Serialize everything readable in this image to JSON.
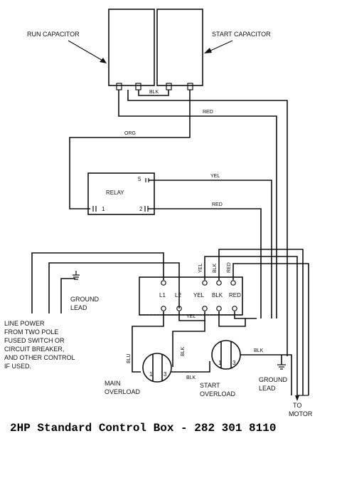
{
  "labels": {
    "run_capacitor": "RUN CAPACITOR",
    "start_capacitor": "START CAPACITOR",
    "relay": "RELAY",
    "line_power": [
      "LINE POWER",
      "FROM TWO POLE",
      "FUSED SWITCH OR",
      "CIRCUIT BREAKER,",
      "AND OTHER CONTROL",
      "IF USED."
    ],
    "ground_lead_left": [
      "GROUND",
      "LEAD"
    ],
    "ground_lead_right": [
      "GROUND",
      "LEAD"
    ],
    "main_overload": [
      "MAIN",
      "OVERLOAD"
    ],
    "start_overload": [
      "START",
      "OVERLOAD"
    ],
    "to_motor": [
      "TO",
      "MOTOR"
    ]
  },
  "wires": {
    "blk_cap": "BLK",
    "red_top": "RED",
    "org": "ORG",
    "yel_relay": "YEL",
    "red_relay": "RED",
    "yel_tb": "YEL",
    "blk_tb": "BLK",
    "red_tb": "RED",
    "yel_bottom": "YEL",
    "blu": "BLU",
    "blk_main": "BLK",
    "blk_start": "BLK",
    "blk_ground": "BLK"
  },
  "terminals": {
    "relay_5": "5",
    "relay_1": "1",
    "relay_2": "2",
    "tb_l1": "L1",
    "tb_l2": "L2",
    "tb_yel": "YEL",
    "tb_blk": "BLK",
    "tb_red": "RED",
    "main_1": "1",
    "main_3": "3",
    "start_1": "1",
    "start_3": "3"
  },
  "caption": "2HP Standard Control Box - 282 301 8110"
}
